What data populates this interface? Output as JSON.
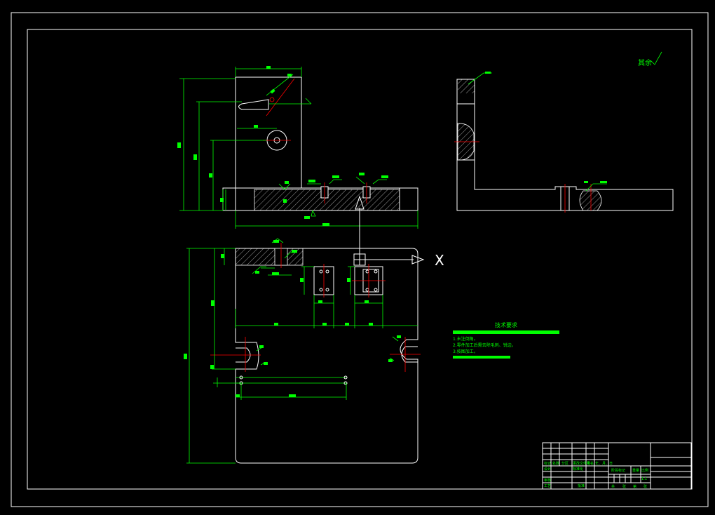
{
  "drawing": {
    "title_mark": "其余",
    "view_x_label": "X",
    "tech_requirements": {
      "title": "技术要求",
      "lines": [
        "1.未注倒角。",
        "2.零件加工后需去除毛刺、锐边。",
        "3.按图加工。"
      ]
    },
    "title_block": {
      "cells": [
        "标记",
        "处数",
        "分区",
        "更改文件号",
        "签名",
        "年、月、日",
        "设计",
        "标准化",
        "审核",
        "工艺",
        "批准",
        "阶段标记",
        "重量",
        "比例",
        "1:1",
        "共",
        "张",
        "第",
        "张"
      ]
    }
  },
  "colors": {
    "background": "#000000",
    "outline": "#ffffff",
    "dimension": "#00ff00",
    "centerline": "#ff0000"
  }
}
